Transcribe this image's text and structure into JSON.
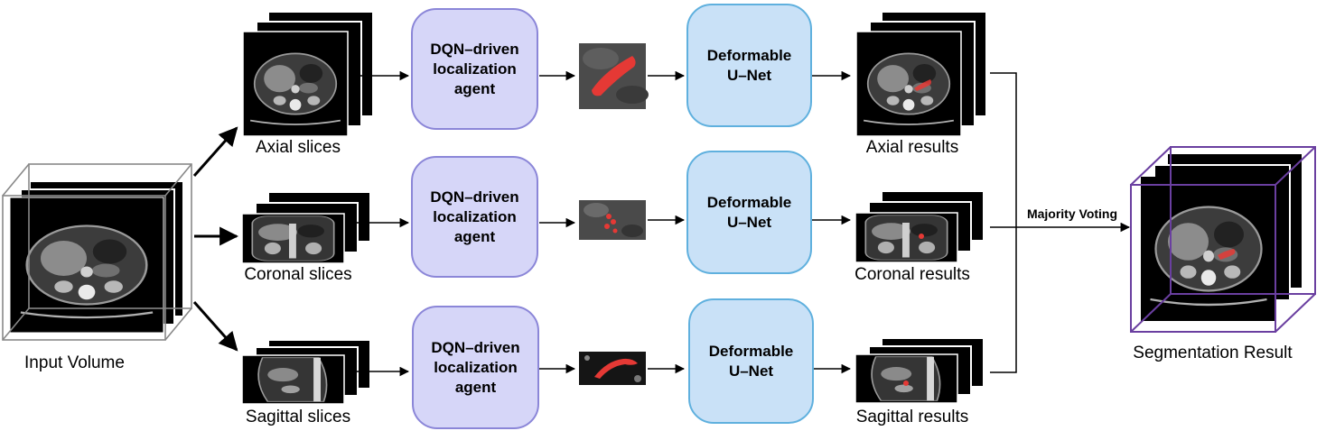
{
  "input": {
    "label": "Input Volume"
  },
  "views": [
    {
      "slices_label": "Axial slices",
      "agent_lines": [
        "DQN–driven",
        "localization",
        "agent"
      ],
      "unet_lines": [
        "Deformable",
        "U–Net"
      ],
      "results_label": "Axial results"
    },
    {
      "slices_label": "Coronal slices",
      "agent_lines": [
        "DQN–driven",
        "localization",
        "agent"
      ],
      "unet_lines": [
        "Deformable",
        "U–Net"
      ],
      "results_label": "Coronal results"
    },
    {
      "slices_label": "Sagittal slices",
      "agent_lines": [
        "DQN–driven",
        "localization",
        "agent"
      ],
      "unet_lines": [
        "Deformable",
        "U–Net"
      ],
      "results_label": "Sagittal results"
    }
  ],
  "fusion": {
    "label": "Majority Voting"
  },
  "output": {
    "label": "Segmentation Result"
  },
  "colors": {
    "agent_fill": "#d6d6f8",
    "agent_border": "#8b86d8",
    "unet_fill": "#c9e1f7",
    "unet_border": "#5fb0de",
    "mask": "#e53935",
    "output_cube": "#6a3fa0"
  },
  "icons": {
    "ct_slice": "ct-scan-slice-icon",
    "crop": "localized-crop-icon"
  }
}
